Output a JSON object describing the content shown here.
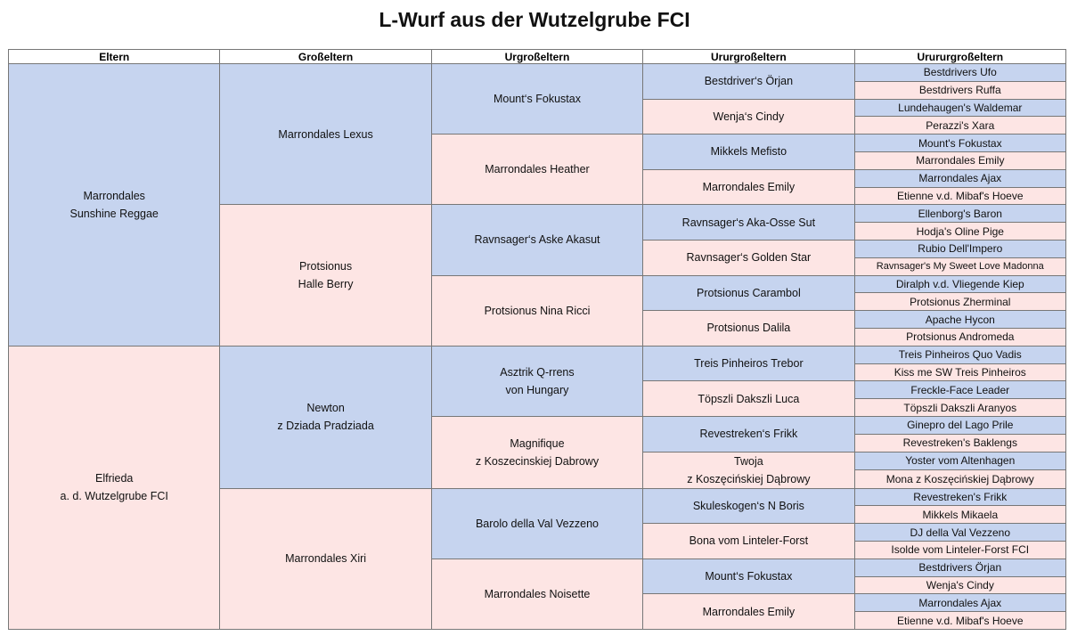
{
  "title": "L-Wurf aus der Wutzelgrube FCI",
  "headers": [
    "Eltern",
    "Großeltern",
    "Urgroßeltern",
    "Ururgroßeltern",
    "Urururgroßeltern"
  ],
  "colors": {
    "sire": "#c6d4ef",
    "dam": "#fde5e4"
  },
  "generations": [
    [
      "Marrondales\nSunshine Reggae",
      "Elfrieda\na. d. Wutzelgrube FCI"
    ],
    [
      "Marrondales Lexus",
      "Protsionus\nHalle Berry",
      "Newton\nz Dziada Pradziada",
      "Marrondales Xiri"
    ],
    [
      "Mount‘s Fokustax",
      "Marrondales Heather",
      "Ravnsager‘s Aske Akasut",
      "Protsionus Nina Ricci",
      "Asztrik Q-rrens\nvon Hungary",
      "Magnifique\nz Koszecinskiej Dabrowy",
      "Barolo della Val Vezzeno",
      "Marrondales Noisette"
    ],
    [
      "Bestdriver‘s Örjan",
      "Wenja‘s Cindy",
      "Mikkels Mefisto",
      "Marrondales Emily",
      "Ravnsager‘s Aka-Osse Sut",
      "Ravnsager‘s Golden Star",
      "Protsionus Carambol",
      "Protsionus Dalila",
      "Treis Pinheiros Trebor",
      "Töpszli Dakszli Luca",
      "Revestreken‘s Frikk",
      "Twoja\nz Koszęcińskiej Dąbrowy",
      "Skuleskogen‘s N Boris",
      "Bona vom Linteler-Forst",
      "Mount‘s Fokustax",
      "Marrondales Emily"
    ],
    [
      "Bestdrivers Ufo",
      "Bestdrivers Ruffa",
      "Lundehaugen's Waldemar",
      "Perazzi's Xara",
      "Mount's Fokustax",
      "Marrondales Emily",
      "Marrondales Ajax",
      "Etienne v.d. Mibaf's Hoeve",
      "Ellenborg's Baron",
      "Hodja's Oline Pige",
      "Rubio Dell'Impero",
      "Ravnsager's My Sweet Love Madonna",
      "Diralph v.d. Vliegende Kiep",
      "Protsionus Zherminal",
      "Apache Hycon",
      "Protsionus Andromeda",
      "Treis Pinheiros Quo Vadis",
      "Kiss me SW Treis Pinheiros",
      "Freckle-Face Leader",
      "Töpszli Dakszli Aranyos",
      "Ginepro del Lago Prile",
      "Revestreken's Baklengs",
      "Yoster vom Altenhagen",
      "Mona z Koszęcińskiej Dąbrowy",
      "Revestreken's Frikk",
      "Mikkels Mikaela",
      "DJ della Val Vezzeno",
      "Isolde vom Linteler-Forst FCI",
      "Bestdrivers Örjan",
      "Wenja's Cindy",
      "Marrondales Ajax",
      "Etienne v.d. Mibaf's Hoeve"
    ]
  ]
}
